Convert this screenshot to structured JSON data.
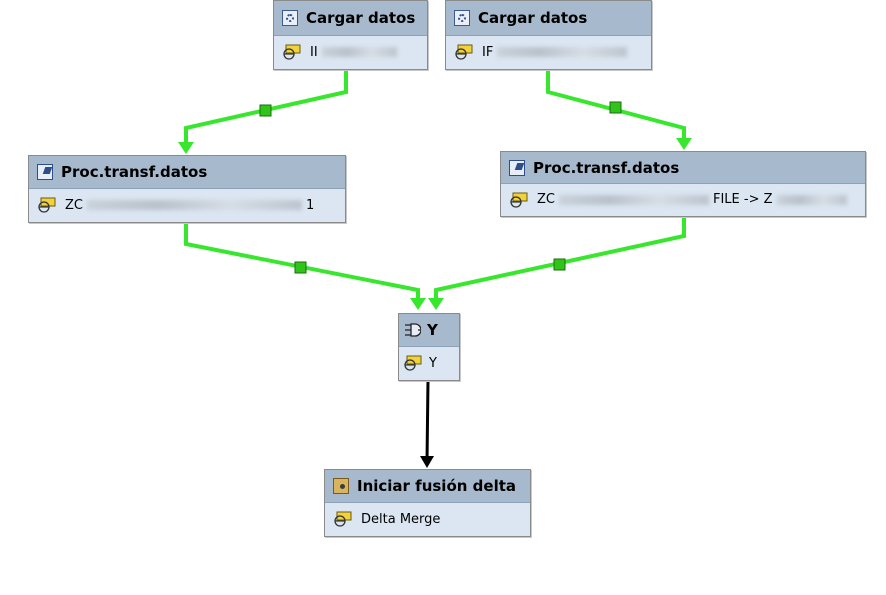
{
  "nodes": {
    "load1": {
      "title": "Cargar datos",
      "value": "II"
    },
    "load2": {
      "title": "Cargar datos",
      "value": "IF"
    },
    "proc1": {
      "title": "Proc.transf.datos",
      "value_prefix": "ZC",
      "value_suffix": "1"
    },
    "proc2": {
      "title": "Proc.transf.datos",
      "value_prefix": "ZC",
      "value_suffix": "FILE -> Z"
    },
    "and": {
      "title": "Y",
      "value": "Y"
    },
    "merge": {
      "title": "Iniciar fusión delta",
      "value": "Delta Merge"
    }
  },
  "colors": {
    "success_link": "#39e62e",
    "link_marker": "#30c419",
    "plain_link": "#000000",
    "node_header": "#a7b9cc",
    "node_body": "#dbe6f2"
  },
  "icons": {
    "load": "gear-icon",
    "transform": "transform-icon",
    "and": "and-gate-icon",
    "merge": "briefcase-gear-icon",
    "variable": "variable-icon"
  }
}
